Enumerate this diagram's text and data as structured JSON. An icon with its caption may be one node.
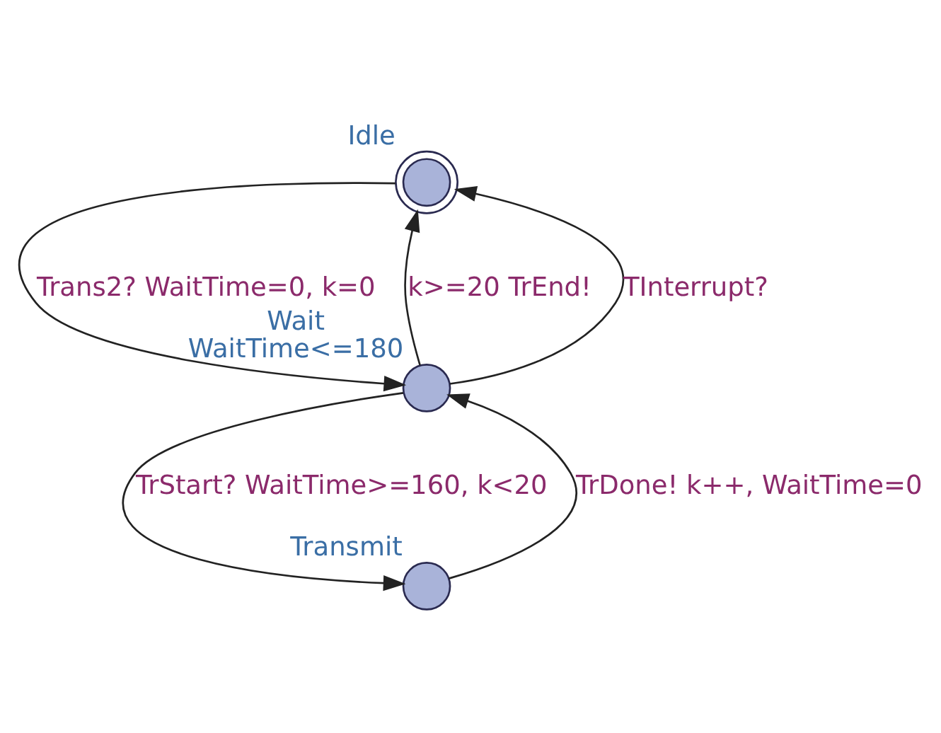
{
  "diagram": {
    "nodes": [
      {
        "text": [],
        "shape": "circle",
        "beside": [
          "Idle"
        ]
      },
      {
        "text": [],
        "shape": "circle",
        "beside": [
          "Wait",
          "WaitTime<=180"
        ]
      },
      {
        "text": [],
        "shape": "circle",
        "beside": [
          "Transmit"
        ]
      }
    ],
    "edges": [
      {
        "from": 1,
        "to": 0,
        "arrow": "to",
        "label": "k>=20 TrEnd!"
      },
      {
        "from": 1,
        "to": 0,
        "arrow": "to",
        "label": "TInterrupt?"
      },
      {
        "from": 0,
        "to": 1,
        "arrow": "to",
        "label": "Trans2? WaitTime=0, k=0"
      },
      {
        "from": 1,
        "to": 2,
        "arrow": "to",
        "label": "TrStart? WaitTime>=160, k<20"
      },
      {
        "from": 2,
        "to": 1,
        "arrow": "to",
        "label": "TrDone! k++, WaitTime=0"
      }
    ]
  }
}
